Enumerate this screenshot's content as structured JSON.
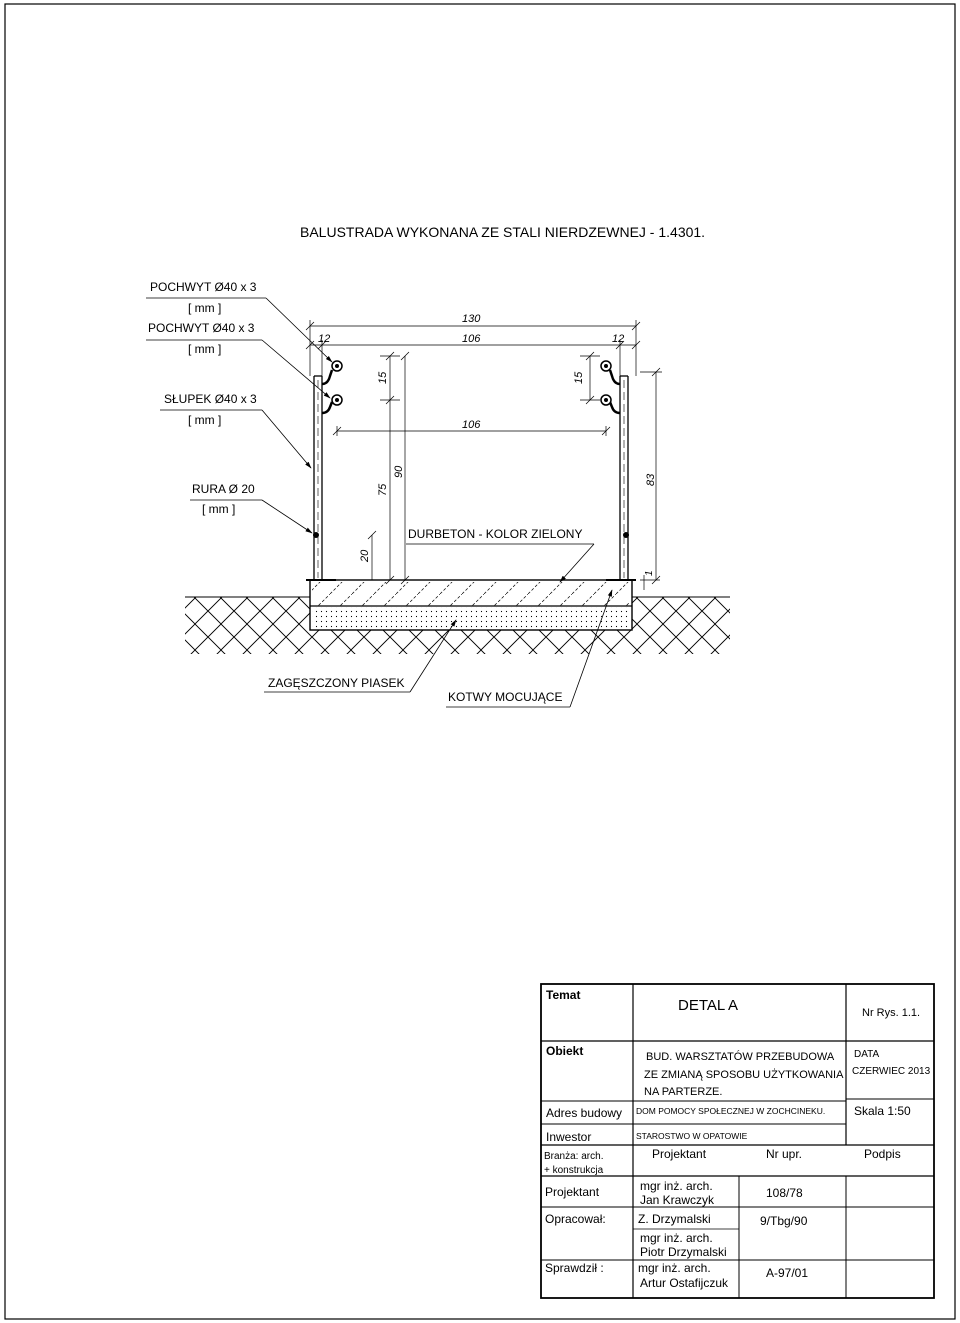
{
  "drawing": {
    "title": "BALUSTRADA WYKONANA ZE STALI NIERDZEWNEJ - 1.4301.",
    "labels": {
      "pochwyt_1": "POCHWYT  Ø40 x 3",
      "pochwyt_1_unit": "[ mm ]",
      "pochwyt_2": "POCHWYT  Ø40 x 3",
      "pochwyt_2_unit": "[ mm ]",
      "slupek": "SŁUPEK  Ø40 x 3",
      "slupek_unit": "[ mm ]",
      "rura": "RURA Ø 20",
      "rura_unit": "[ mm ]",
      "durbeton": "DURBETON - KOLOR ZIELONY",
      "piasek": "ZAGĘSZCZONY PIASEK",
      "kotwy": "KOTWY MOCUJĄCE"
    },
    "dimensions": {
      "overall": "130",
      "left_offset": "12",
      "inner_top": "106",
      "right_offset": "12",
      "inner_mid": "106",
      "rail_gap_left": "15",
      "rail_gap_right": "15",
      "height_75": "75",
      "height_90": "90",
      "height_83": "83",
      "height_20": "20",
      "base_1": "1"
    }
  },
  "title_block": {
    "temat_label": "Temat",
    "temat_value": "DETAL A",
    "nr_rys": "Nr Rys. 1.1.",
    "obiekt_label": "Obiekt",
    "obiekt_line1": "BUD. WARSZTATÓW PRZEBUDOWA",
    "obiekt_line2": "ZE ZMIANĄ SPOSOBU UŻYTKOWANIA",
    "obiekt_line3": "NA PARTERZE.",
    "data_label": "DATA",
    "data_value": "CZERWIEC 2013",
    "adres_label": "Adres budowy",
    "adres_value": "DOM POMOCY SPOŁECZNEJ W ZOCHCINEKU.",
    "skala": "Skala 1:50",
    "inwestor_label": "Inwestor",
    "inwestor_value": "STAROSTWO W OPATOWIE",
    "branza_line1": "Branża: arch.",
    "branza_line2": "+ konstrukcja",
    "col_projektant": "Projektant",
    "col_nr_upr": "Nr upr.",
    "col_podpis": "Podpis",
    "rows": [
      {
        "role": "Projektant",
        "name1": "mgr inż. arch.",
        "name2": "Jan Krawczyk",
        "nr": "108/78"
      },
      {
        "role": "Opracował:",
        "name1": "Z. Drzymalski",
        "name2": "",
        "nr": "9/Tbg/90"
      },
      {
        "role": "",
        "name1": "mgr inż. arch.",
        "name2": "Piotr Drzymalski",
        "nr": ""
      },
      {
        "role": "Sprawdził :",
        "name1": "mgr inż. arch.",
        "name2": "Artur Ostafijczuk",
        "nr": "A-97/01"
      }
    ]
  }
}
